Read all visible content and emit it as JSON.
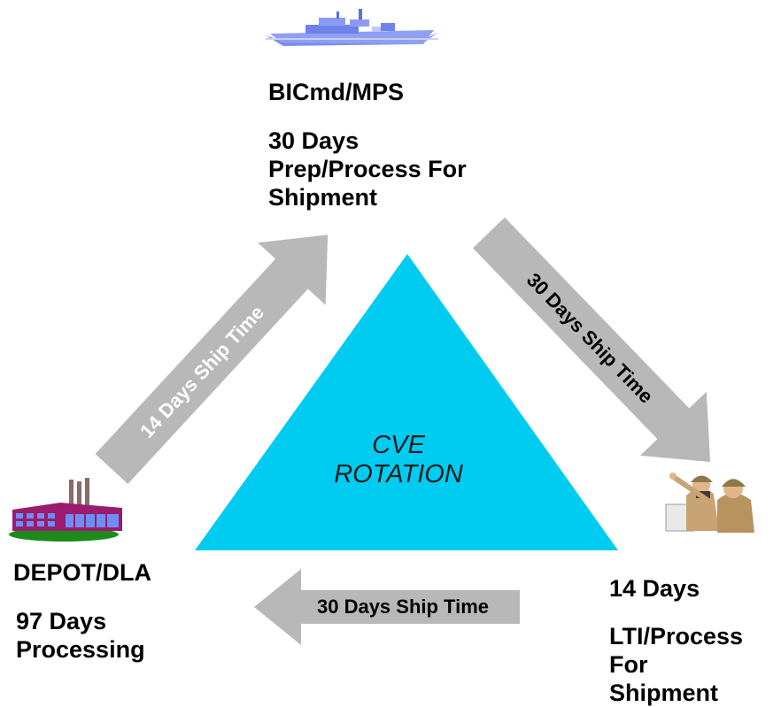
{
  "center": {
    "line1": "CVE",
    "line2": "ROTATION"
  },
  "nodes": {
    "top": {
      "title": "BICmd/MPS",
      "line1": "30 Days",
      "line2": "Prep/Process For",
      "line3": "Shipment",
      "icon": "ship-icon"
    },
    "left": {
      "title": "DEPOT/DLA",
      "line1": "97 Days",
      "line2": "Processing",
      "icon": "factory-icon"
    },
    "right": {
      "line1": "14 Days",
      "line2": "LTI/Process",
      "line3": "For",
      "line4": "Shipment",
      "icon": "soldiers-icon"
    }
  },
  "arrows": {
    "left_to_top": "14 Days Ship Time",
    "top_to_right": "30 Days Ship Time",
    "right_to_left": "30 Days Ship Time"
  },
  "colors": {
    "triangle": "#00ccf2",
    "arrow": "#b8b8b8",
    "text": "#000000"
  }
}
